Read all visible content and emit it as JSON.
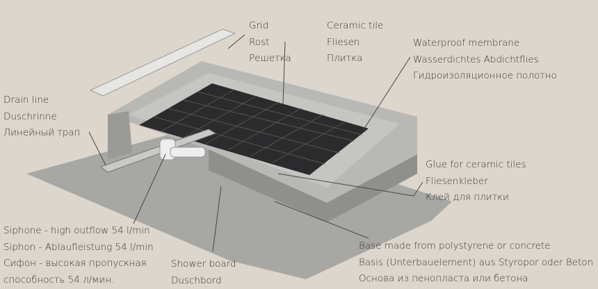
{
  "labels": {
    "grid": [
      "Grid",
      "Rost",
      "Решетка"
    ],
    "ceramic_tile": [
      "Ceramic tile",
      "Fliesen",
      "Плитка"
    ],
    "waterproof_membrane": [
      "Waterproof membrane",
      "Wasserdichtes Abdichtflies",
      "Гидроизоляционное полотно"
    ],
    "drain_line": [
      "Drain line",
      "Duschrinne",
      "Линейный трап"
    ],
    "glue": [
      "Glue for ceramic tiles",
      "Fliesenkleber",
      "Клей для плитки"
    ],
    "siphon": [
      "Siphone - high outflow 54 l/min",
      "Siphon - Ablaufleistung 54 l/min",
      "Сифон - высокая пропускная",
      "способность 54 л/мин."
    ],
    "shower_board": [
      "Shower board",
      "Duschbord"
    ],
    "base": [
      "Base made from polystyrene or concrete",
      "Basis (Unterbauelement) aus Styropor oder Beton",
      "Основа из пенопласта или бетона"
    ]
  },
  "colors": {
    "background": "#ddd6cc",
    "text": "#3a3633",
    "tile": "#2b2b2d",
    "concrete": "#a9a9a6"
  }
}
